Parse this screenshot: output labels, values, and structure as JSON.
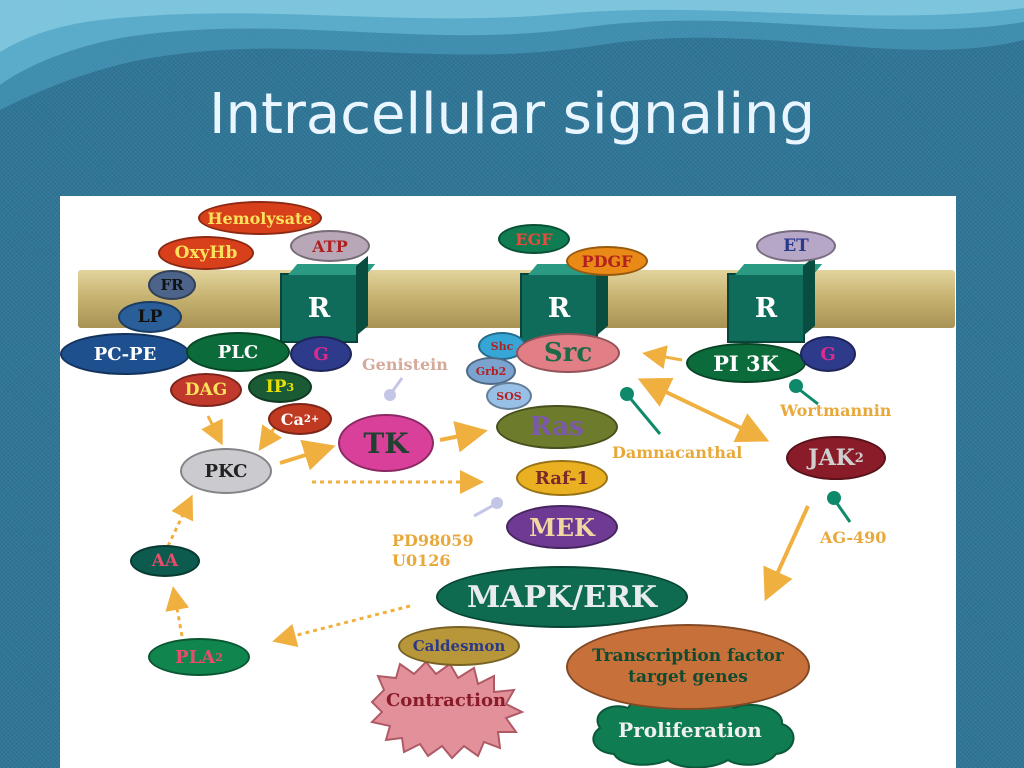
{
  "slide": {
    "title": "Intracellular signaling"
  },
  "diagram": {
    "receptor_label": "R",
    "nodes": {
      "hemolysate": "Hemolysate",
      "oxyhb": "OxyHb",
      "atp": "ATP",
      "fr": "FR",
      "lp": "LP",
      "pcpe": "PC-PE",
      "plc": "PLC",
      "g1": "G",
      "dag": "DAG",
      "ip3": "IP",
      "ip3_sub": "3",
      "ca": "Ca",
      "ca_sup": "2+",
      "pkc": "PKC",
      "tk": "TK",
      "egf": "EGF",
      "pdgf": "PDGF",
      "shc": "Shc",
      "grb2": "Grb2",
      "sos": "SOS",
      "src": "Src",
      "ras": "Ras",
      "raf1": "Raf-1",
      "mek": "MEK",
      "mapk": "MAPK/ERK",
      "caldesmon": "Caldesmon",
      "contraction": "Contraction",
      "transcription_line1": "Transcription factor",
      "transcription_line2": "target genes",
      "proliferation": "Proliferation",
      "et": "ET",
      "pi3k": "PI 3K",
      "g2": "G",
      "jak": "JAK",
      "jak_sub": "2",
      "aa": "AA",
      "pla": "PLA",
      "pla_sub": "2"
    },
    "inhibitors": {
      "genistein": "Genistein",
      "wortmannin": "Wortmannin",
      "damnacanthal": "Damnacanthal",
      "pd98059": "PD98059",
      "u0126": "U0126",
      "ag490": "AG-490"
    },
    "colors": {
      "background": "#2f7596",
      "membrane": "#c8b472",
      "receptor": "#0f6b5a",
      "arrow": "#f0b040",
      "inhibitor_teal": "#0e8a6a",
      "inhibitor_lavender": "#c4c6e8"
    }
  }
}
